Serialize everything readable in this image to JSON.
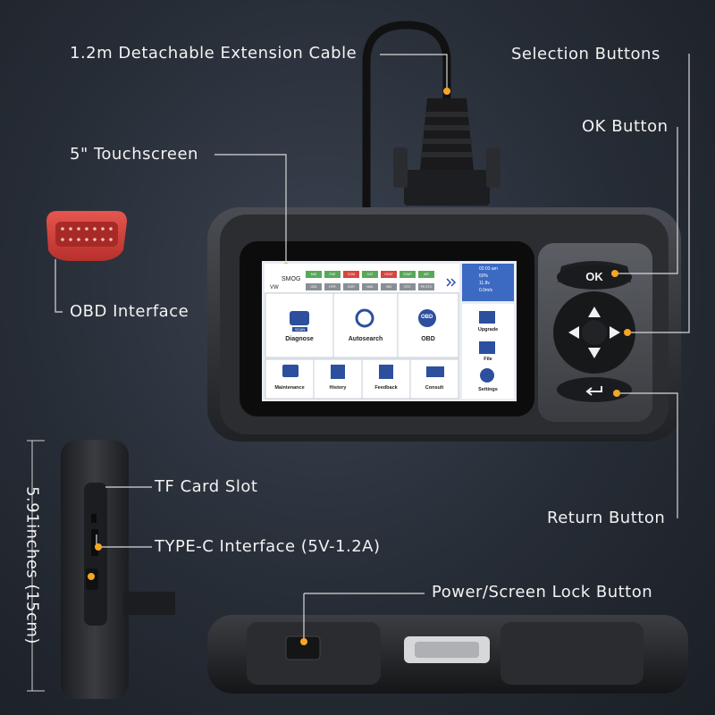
{
  "callouts": {
    "cable": "1.2m Detachable Extension Cable",
    "selection": "Selection Buttons",
    "ok": "OK Button",
    "touchscreen": "5\" Touchscreen",
    "obd": "OBD Interface",
    "tf": "TF Card Slot",
    "typec": "TYPE-C Interface (5V-1.2A)",
    "return": "Return Button",
    "power": "Power/Screen Lock Button",
    "dimension": "5.91inches (15cm)"
  },
  "device": {
    "ok_key": "OK"
  },
  "screen": {
    "header_title": "SMOG",
    "header_sub": "VW",
    "monitors_row1": [
      "MIS",
      "FUE",
      "COM",
      "CAT",
      "HCAT",
      "EVAP",
      "AIR"
    ],
    "monitors_row2": [
      "O2S",
      "HTR",
      "EGR",
      "NML",
      "ISN",
      "DTC",
      "PS DTC"
    ],
    "status": {
      "time": "02:03 am",
      "battery": "60%",
      "voltage": "11.8v",
      "signal": "0.0m/s"
    },
    "tiles_top": [
      "Diagnose",
      "Autosearch",
      "OBD"
    ],
    "tiles_bottom": [
      "Maintenance",
      "History",
      "Feedback",
      "Consult"
    ],
    "side": [
      "Upgrade",
      "File",
      "Settings"
    ],
    "obd_badge": "OBD",
    "scan_badge": "SCAN"
  },
  "colors": {
    "accent": "#f5a623",
    "red_connector": "#d9443f",
    "device_body": "#2c2e32"
  }
}
